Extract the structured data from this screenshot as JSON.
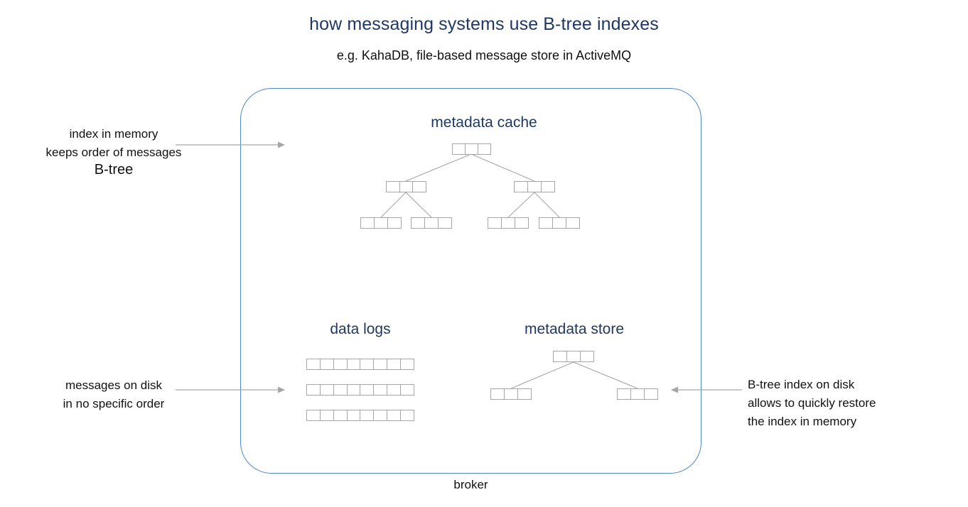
{
  "header": {
    "title": "how messaging systems use B-tree indexes",
    "subtitle": "e.g. KahaDB, file-based message store in ActiveMQ",
    "title_color": "#1F3864"
  },
  "broker": {
    "label": "broker",
    "border_color": "#4E87C7"
  },
  "sections": {
    "metadata_cache": {
      "title": "metadata cache",
      "tree": {
        "root": {
          "cells": 3
        },
        "internal": [
          {
            "cells": 3
          },
          {
            "cells": 3
          }
        ],
        "leaves": [
          {
            "cells": 3
          },
          {
            "cells": 3
          },
          {
            "cells": 3
          },
          {
            "cells": 3
          }
        ]
      }
    },
    "data_logs": {
      "title": "data logs",
      "rows": [
        {
          "cells": 8
        },
        {
          "cells": 8
        },
        {
          "cells": 8
        }
      ]
    },
    "metadata_store": {
      "title": "metadata store",
      "tree": {
        "root": {
          "cells": 3
        },
        "leaves": [
          {
            "cells": 3
          },
          {
            "cells": 3
          }
        ]
      }
    }
  },
  "annotations": {
    "index_in_memory": "index in memory\nkeeps order of messages",
    "btree_label": "B-tree",
    "messages_on_disk": "messages on disk\nin no specific order",
    "btree_index_on_disk": "B-tree index on disk\nallows to quickly restore\nthe index in memory"
  },
  "colors": {
    "node_border": "#A6A6A6",
    "connector": "#A6A6A6",
    "arrow": "#A6A6A6",
    "heading": "#1F3864",
    "text": "#111111"
  }
}
